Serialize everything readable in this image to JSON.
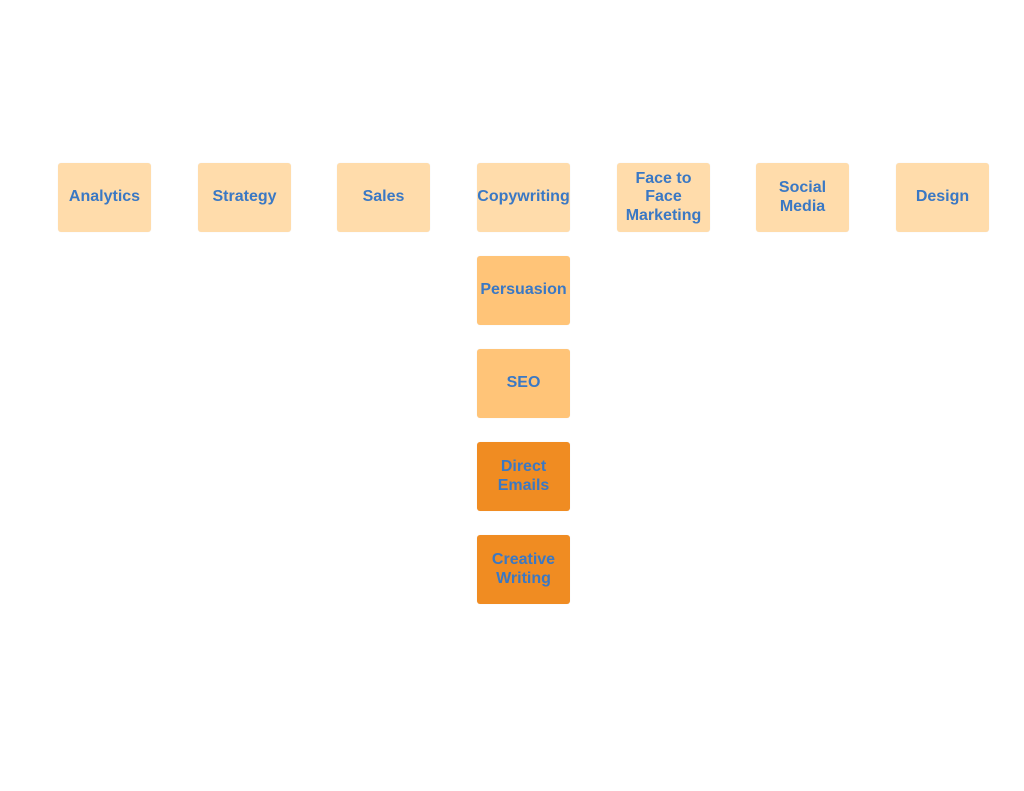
{
  "colors": {
    "text": "#3a78c4",
    "level_light": "#ffdcab",
    "level_medium": "#ffc478",
    "level_dark": "#f08c22"
  },
  "top_row": [
    {
      "label": "Analytics",
      "level": "light"
    },
    {
      "label": "Strategy",
      "level": "light"
    },
    {
      "label": "Sales",
      "level": "light"
    },
    {
      "label": "Copywriting",
      "level": "light"
    },
    {
      "label": "Face to\nFace\nMarketing",
      "level": "light"
    },
    {
      "label": "Social\nMedia",
      "level": "light"
    },
    {
      "label": "Design",
      "level": "light"
    }
  ],
  "copywriting_column": [
    {
      "label": "Persuasion",
      "level": "medium"
    },
    {
      "label": "SEO",
      "level": "medium"
    },
    {
      "label": "Direct\nEmails",
      "level": "dark"
    },
    {
      "label": "Creative\nWriting",
      "level": "dark"
    }
  ]
}
